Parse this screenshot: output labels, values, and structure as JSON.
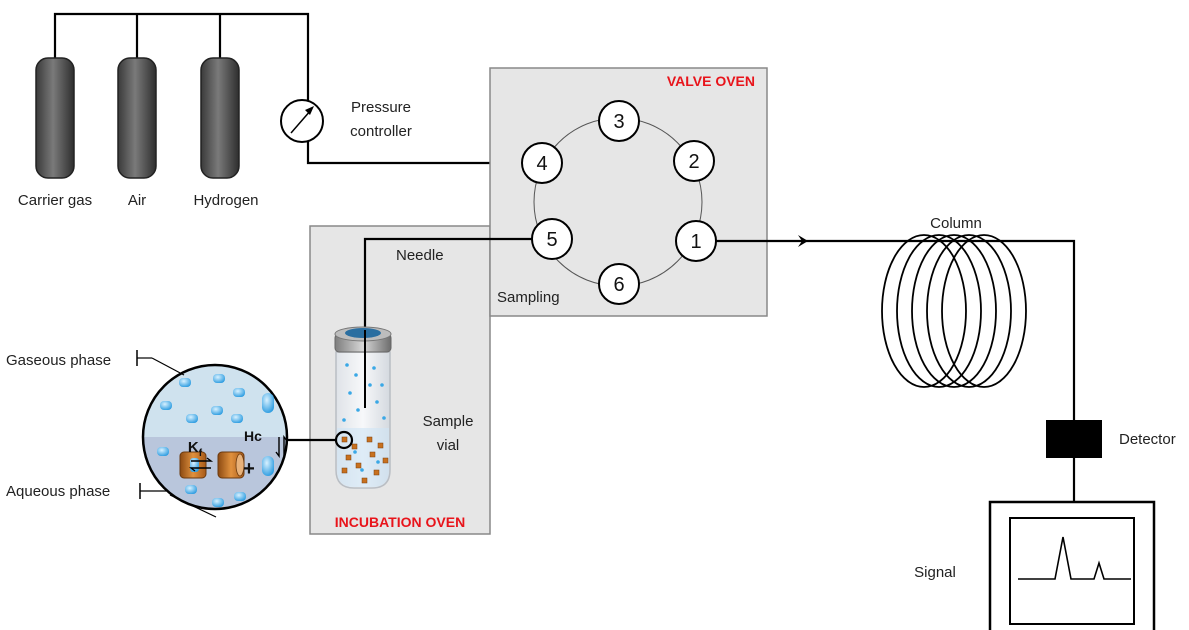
{
  "gases": {
    "carrier": "Carrier gas",
    "air": "Air",
    "hydrogen": "Hydrogen"
  },
  "pressure_controller": {
    "line1": "Pressure",
    "line2": "controller"
  },
  "valve_oven": {
    "title": "VALVE OVEN",
    "sampling": "Sampling",
    "ports": [
      "1",
      "2",
      "3",
      "4",
      "5",
      "6"
    ]
  },
  "incubation_oven": {
    "title": "INCUBATION OVEN",
    "needle": "Needle",
    "sample_line1": "Sample",
    "sample_line2": "vial"
  },
  "phases": {
    "gaseous": "Gaseous phase",
    "aqueous": "Aqueous phase",
    "hc": "Hc",
    "kf": "K",
    "kf_sub": "f",
    "plus": "+"
  },
  "column": "Column",
  "detector": "Detector",
  "signal": "Signal",
  "colors": {
    "accent": "#e8141b",
    "oven_fill": "#e6e6e6",
    "droplet": "#3aa8e6",
    "orange": "#c8701e"
  }
}
